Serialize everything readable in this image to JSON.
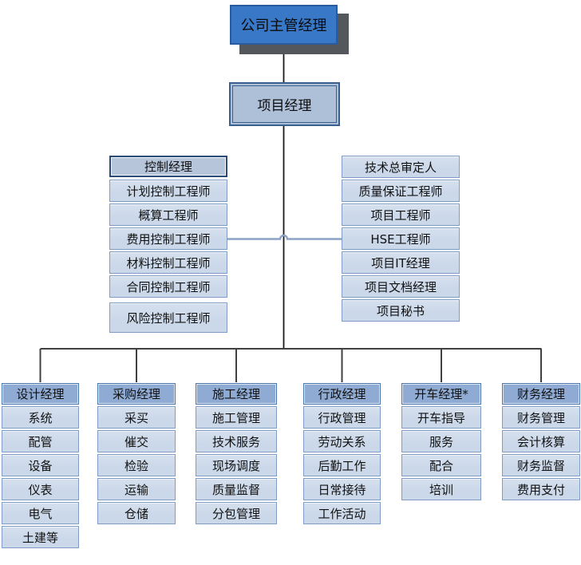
{
  "chart": {
    "top": {
      "label": "公司主管经理"
    },
    "level2": {
      "label": "项目经理"
    },
    "control_panel": {
      "header": "控制经理",
      "items": [
        "计划控制工程师",
        "概算工程师",
        "费用控制工程师",
        "材料控制工程师",
        "合同控制工程师",
        "风险控制工程师"
      ]
    },
    "staff_panel": {
      "items": [
        "技术总审定人",
        "质量保证工程师",
        "项目工程师",
        "HSE工程师",
        "项目IT经理",
        "项目文档经理",
        "项目秘书"
      ]
    },
    "departments": [
      {
        "header": "设计经理",
        "items": [
          "系统",
          "配管",
          "设备",
          "仪表",
          "电气",
          "土建等"
        ]
      },
      {
        "header": "采购经理",
        "items": [
          "采买",
          "催交",
          "检验",
          "运输",
          "仓储"
        ]
      },
      {
        "header": "施工经理",
        "items": [
          "施工管理",
          "技术服务",
          "现场调度",
          "质量监督",
          "分包管理"
        ]
      },
      {
        "header": "行政经理",
        "items": [
          "行政管理",
          "劳动关系",
          "后勤工作",
          "日常接待",
          "工作活动"
        ]
      },
      {
        "header": "开车经理*",
        "items": [
          "开车指导",
          "服务",
          "配合",
          "培训"
        ]
      },
      {
        "header": "财务经理",
        "items": [
          "财务管理",
          "会计核算",
          "财务监督",
          "费用支付"
        ]
      }
    ]
  },
  "colors": {
    "top_box_fill": "#3878C6",
    "top_box_border": "#2A5B9E",
    "top_box_shadow": "#54585C",
    "secondary_fill": "#AEBFD8",
    "secondary_border": "#3A608F",
    "panel_row_fill": "#CBD8E9",
    "panel_row_border": "#7F9DC4",
    "control_header_fill": "#B6C5DA",
    "control_header_border": "#2A4A79",
    "dept_header_fill": "#8FABD3",
    "dept_header_border": "#4C77AC",
    "trunk_line": "#1A1A1A",
    "tree_line": "#404040",
    "connector_blue": "#8CA3C6",
    "text": "#111111"
  }
}
